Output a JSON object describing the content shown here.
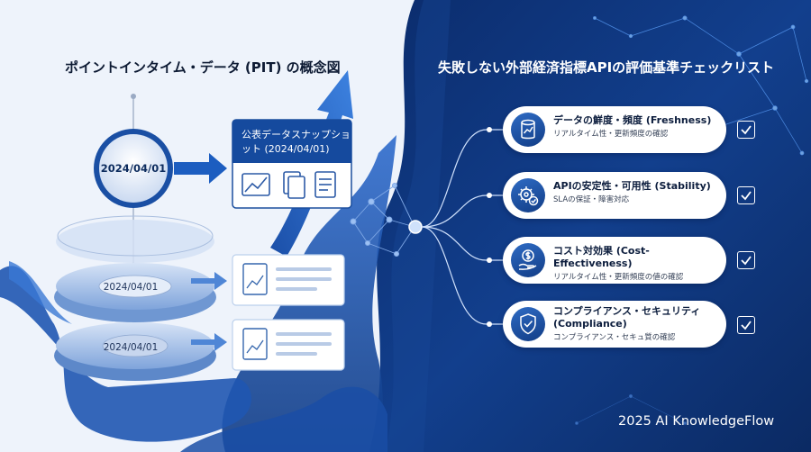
{
  "left_panel": {
    "title": "ポイントインタイム・データ (PIT) の概念図",
    "main_date": "2024/04/01",
    "snapshot_label": "公表データスナップショット (2024/04/01)",
    "layer_dates": [
      "2024/04/01",
      "2024/04/01"
    ]
  },
  "right_panel": {
    "title": "失敗しない外部経済指標APIの評価基準チェックリスト",
    "items": [
      {
        "title": "データの鮮度・頻度 (Freshness)",
        "subtitle": "リアルタイム性・更新頻度の確認",
        "icon": "database-chart-icon",
        "checked": true
      },
      {
        "title": "APIの安定性・可用性 (Stability)",
        "subtitle": "SLAの保証・障害対応",
        "icon": "gear-check-icon",
        "checked": true
      },
      {
        "title": "コスト対効果 (Cost-Effectiveness)",
        "subtitle": "リアルタイム性・更新頻度の値の確認",
        "icon": "dollar-hand-icon",
        "checked": true
      },
      {
        "title": "コンプライアンス・セキュリティ (Compliance)",
        "subtitle": "コンプライアンス・セキュ質の確認",
        "icon": "shield-check-icon",
        "checked": true
      }
    ]
  },
  "footer": {
    "credit": "2025 AI KnowledgeFlow"
  },
  "colors": {
    "navy": "#0e3577",
    "accent_blue": "#1f5fc1",
    "light_background": "#eef3fb",
    "card_white": "#ffffff"
  }
}
